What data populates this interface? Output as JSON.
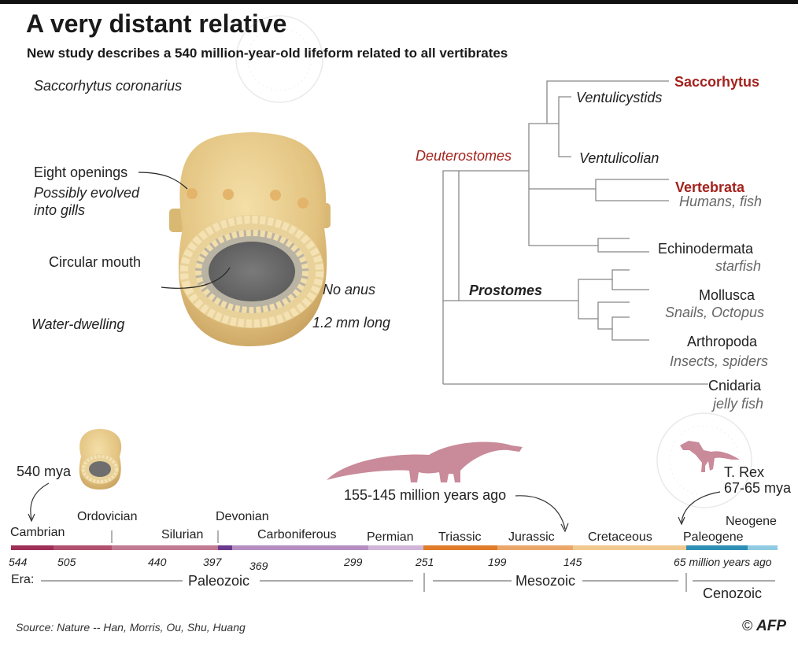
{
  "header": {
    "title": "A very distant relative",
    "subtitle": "New study describes a 540 million-year-old lifeform related to all vertibrates"
  },
  "specimen": {
    "species": "Saccorhytus coronarius",
    "openings": "Eight openings",
    "gills": "Possibly evolved",
    "gills2": "into gills",
    "mouth": "Circular mouth",
    "anus": "No anus",
    "water": "Water-dwelling",
    "size": "1.2 mm long"
  },
  "tree": {
    "saccorhytus": "Saccorhytus",
    "ventulicystids": "Ventulicystids",
    "ventulicolian": "Ventulicolian",
    "deuterostomes": "Deuterostomes",
    "vertebrata": "Vertebrata",
    "vertebrata_sub": "Humans, fish",
    "echinodermata": "Echinodermata",
    "echinodermata_sub": "starfish",
    "prostomes": "Prostomes",
    "mollusca": "Mollusca",
    "mollusca_sub": "Snails, Octopus",
    "arthropoda": "Arthropoda",
    "arthropoda_sub": "Insects, spiders",
    "cnidaria": "Cnidaria",
    "cnidaria_sub": "jelly fish"
  },
  "timeline": {
    "mya540": "540 mya",
    "sauropod": "155-145 million years ago",
    "trex": "T. Rex",
    "trex_date": "67-65 mya",
    "periods": [
      "Cambrian",
      "Ordovician",
      "Silurian",
      "Devonian",
      "Carboniferous",
      "Permian",
      "Triassic",
      "Jurassic",
      "Cretaceous",
      "Paleogene",
      "Neogene"
    ],
    "period_colors": [
      "#9e2f57",
      "#b2506f",
      "#c27a93",
      "#6b3a8e",
      "#b58dc0",
      "#d0b5d8",
      "#e07c2a",
      "#eba76a",
      "#f1c990",
      "#2f8fb5",
      "#8fcbe2"
    ],
    "ticks": [
      "544",
      "505",
      "440",
      "397",
      "369",
      "299",
      "251",
      "199",
      "145",
      "65 million years ago"
    ],
    "era_label": "Era:",
    "eras": [
      "Paleozoic",
      "Mesozoic",
      "Cenozoic"
    ]
  },
  "footer": {
    "source": "Source: Nature -- Han, Morris, Ou, Shu, Huang",
    "copyright": "©",
    "agency": "AFP"
  }
}
